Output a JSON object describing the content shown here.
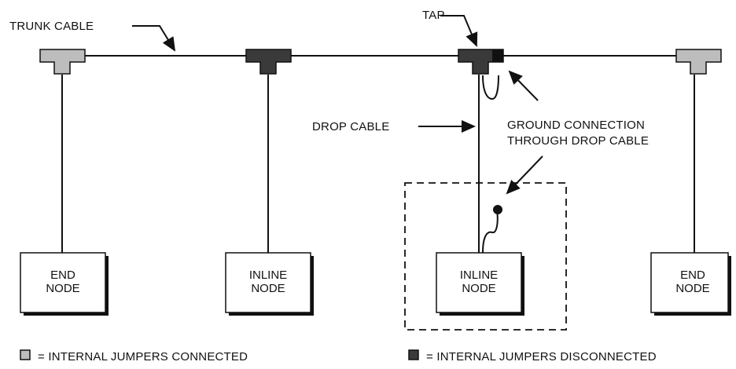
{
  "labels": {
    "trunk_cable": "TRUNK CABLE",
    "tap": "TAP",
    "drop_cable": "DROP CABLE",
    "ground_line1": "GROUND CONNECTION",
    "ground_line2": "THROUGH DROP CABLE"
  },
  "nodes": [
    {
      "line1": "END",
      "line2": "NODE",
      "tap": "connected"
    },
    {
      "line1": "INLINE",
      "line2": "NODE",
      "tap": "disconnected"
    },
    {
      "line1": "INLINE",
      "line2": "NODE",
      "tap": "disconnected"
    },
    {
      "line1": "END",
      "line2": "NODE",
      "tap": "connected"
    }
  ],
  "legend": {
    "connected_text": "=  INTERNAL JUMPERS CONNECTED",
    "disconnected_text": "=  INTERNAL JUMPERS DISCONNECTED"
  },
  "colors": {
    "connected": "#bdbdbd",
    "disconnected": "#3a3a3a"
  }
}
